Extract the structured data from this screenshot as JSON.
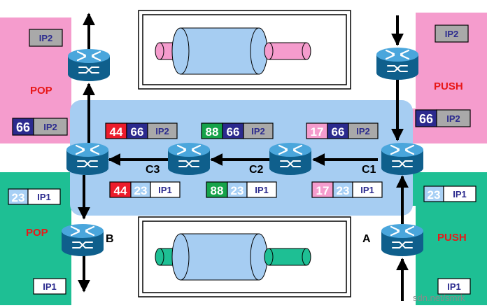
{
  "colors": {
    "pink": "#f59ccd",
    "teal": "#1ebf94",
    "tunnel": "#a6cdf2",
    "gray": "#a9a9a9",
    "red": "#ec1c2b",
    "green": "#16a34a",
    "navy": "#2b2a8e",
    "light_blue": "#a8d0f5",
    "label_red": "#e81818"
  },
  "diagram": {
    "regions": {
      "left_top": "POP",
      "right_top": "PUSH",
      "left_bottom": "POP",
      "right_bottom": "PUSH"
    },
    "nodes": {
      "a": "A",
      "b": "B",
      "c1": "C1",
      "c2": "C2",
      "c3": "C3"
    },
    "packets": {
      "top_left_ip": "IP2",
      "top_right_ip": "IP2",
      "top_left_stack": {
        "inner": "66",
        "ip": "IP2"
      },
      "top_right_stack": {
        "inner": "66",
        "ip": "IP2"
      },
      "upper_c3": {
        "outer": "44",
        "inner": "66",
        "ip": "IP2"
      },
      "upper_c2": {
        "outer": "88",
        "inner": "66",
        "ip": "IP2"
      },
      "upper_c1": {
        "outer": "17",
        "inner": "66",
        "ip": "IP2"
      },
      "lower_c3": {
        "outer": "44",
        "inner": "23",
        "ip": "IP1"
      },
      "lower_c2": {
        "outer": "88",
        "inner": "23",
        "ip": "IP1"
      },
      "lower_c1": {
        "outer": "17",
        "inner": "23",
        "ip": "IP1"
      },
      "bottom_left_stack": {
        "inner": "23",
        "ip": "IP1"
      },
      "bottom_right_stack": {
        "inner": "23",
        "ip": "IP1"
      },
      "bottom_left_ip": "IP1",
      "bottom_right_ip": "IP1"
    },
    "watermark": "sdn.net/smrk"
  }
}
